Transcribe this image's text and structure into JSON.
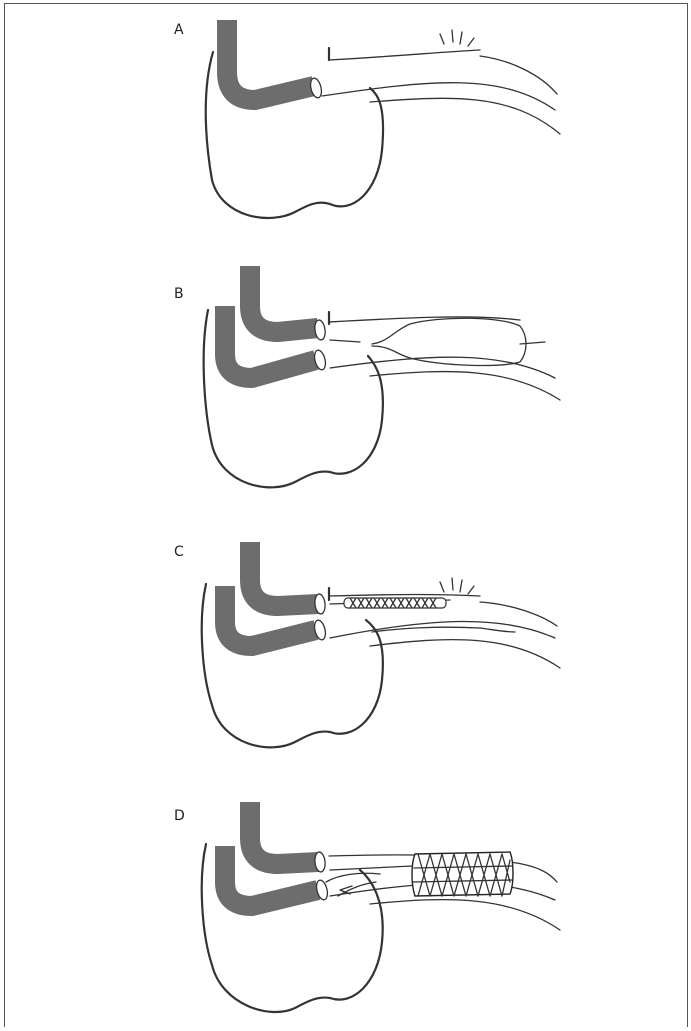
{
  "panels": [
    {
      "id": "A",
      "label": "A"
    },
    {
      "id": "B",
      "label": "B"
    },
    {
      "id": "C",
      "label": "C"
    },
    {
      "id": "D",
      "label": "D"
    }
  ],
  "colors": {
    "catheter": "#6d6d6d",
    "line": "#333333",
    "background": "#ffffff"
  }
}
